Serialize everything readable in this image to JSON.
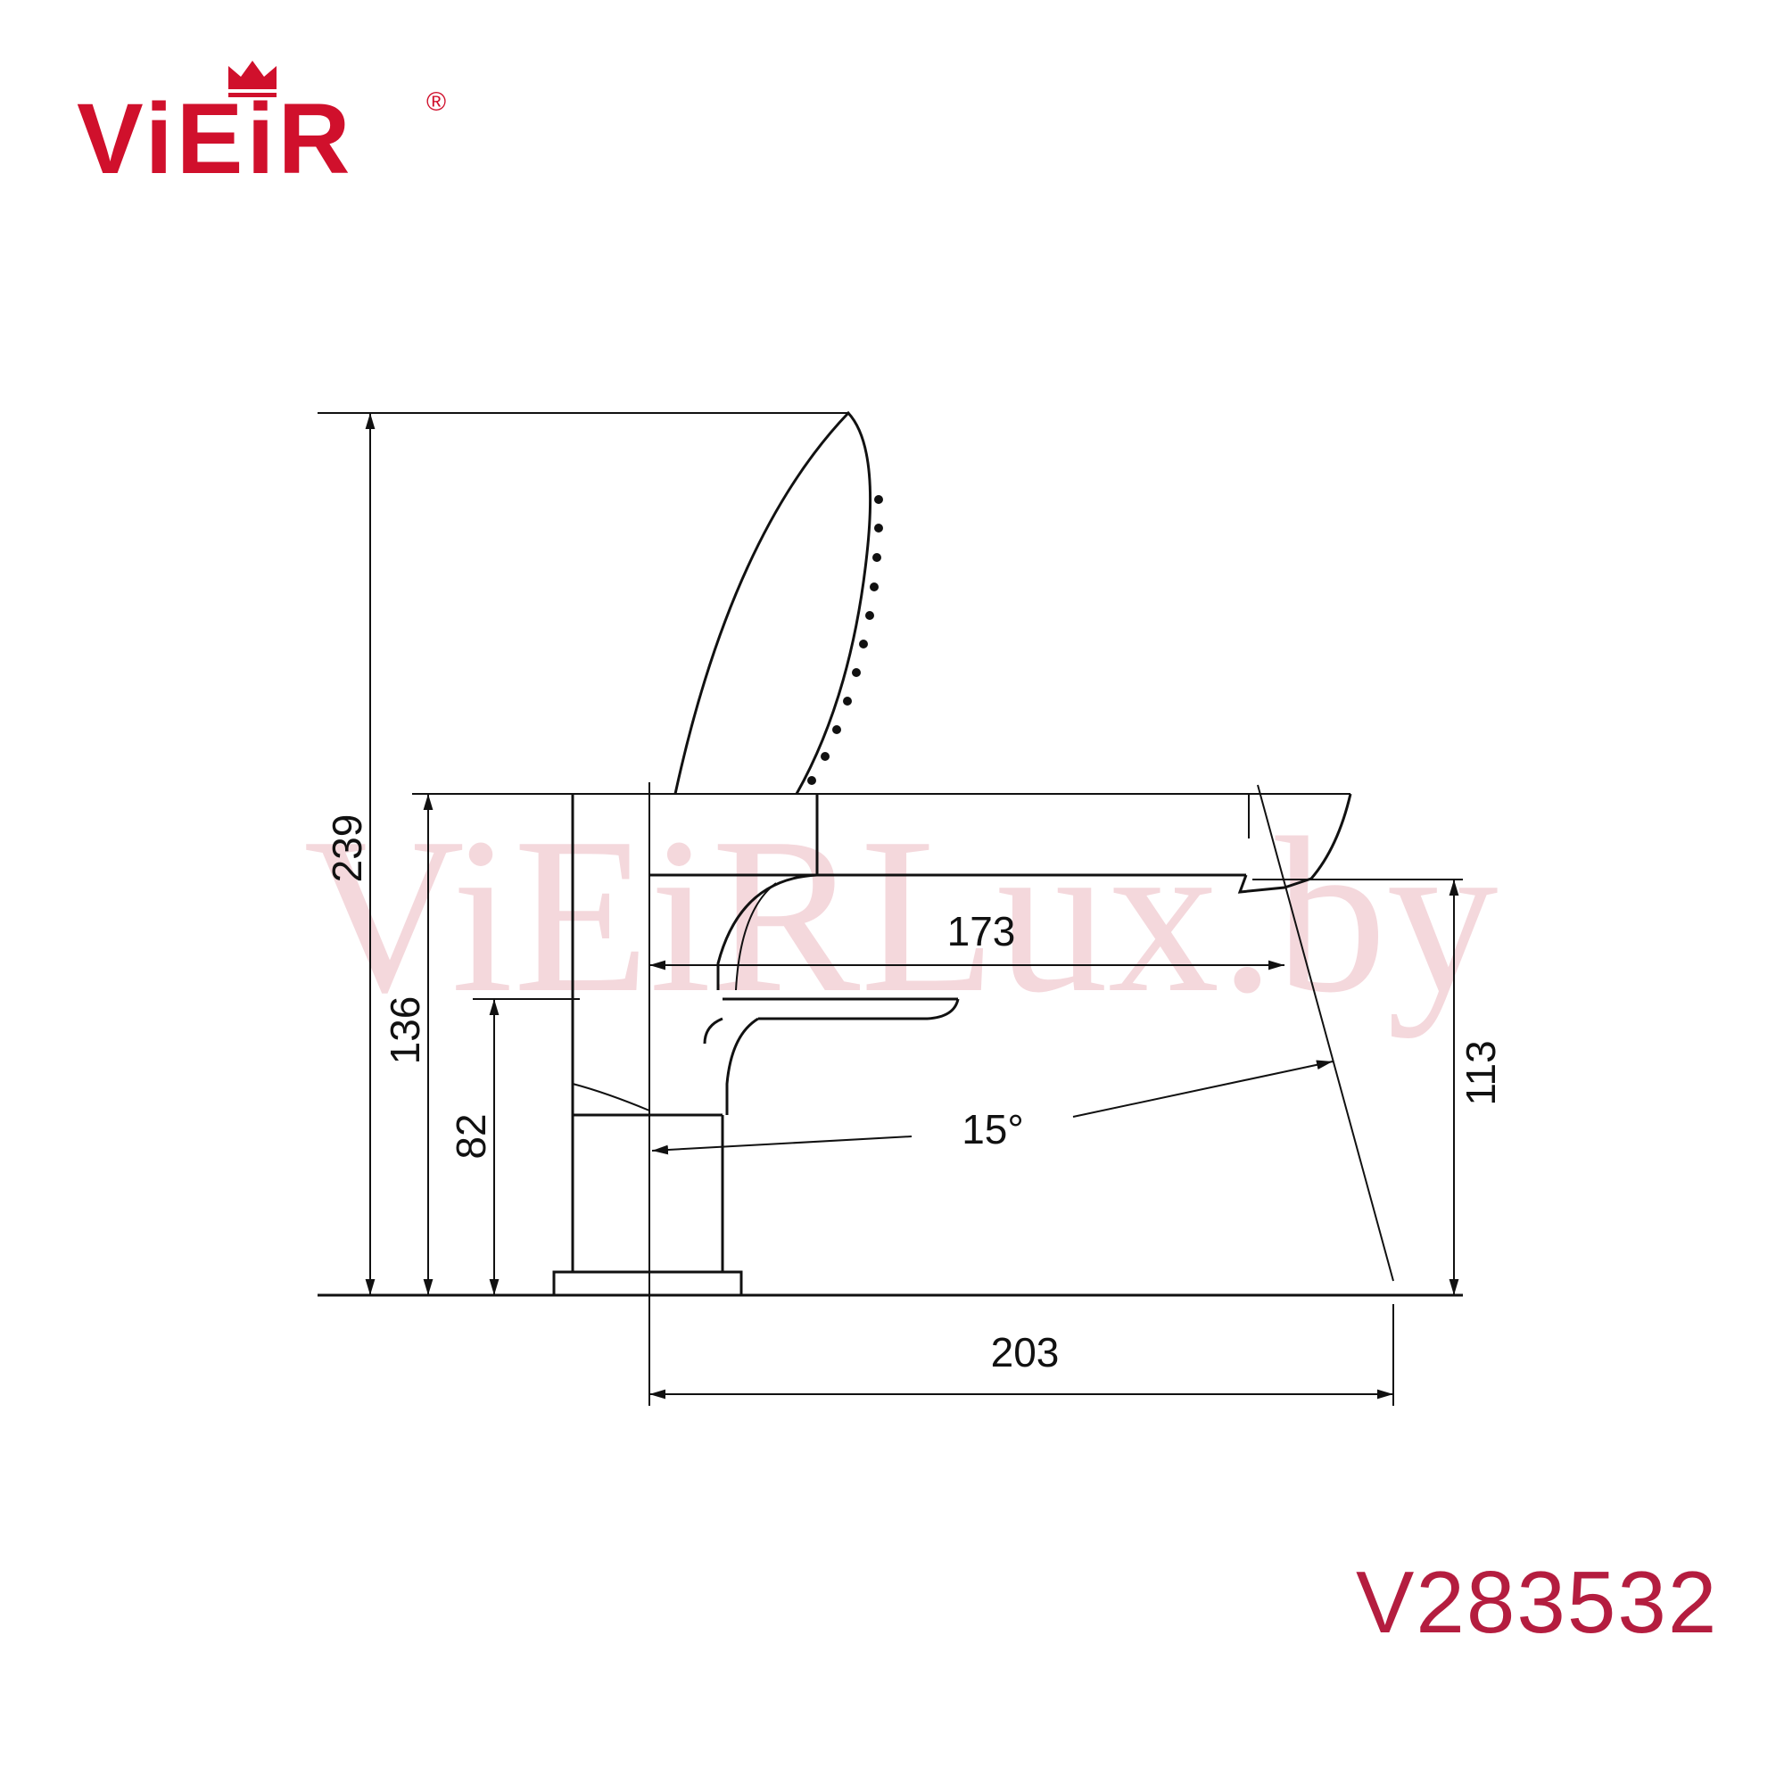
{
  "brand": {
    "logo_text": "ViEiR",
    "registered_mark": "®",
    "color": "#d0102c"
  },
  "watermark": {
    "text": "ViEiRLux.by",
    "color": "#e8a9b3"
  },
  "model": {
    "code": "V283532",
    "color": "#b41d3f"
  },
  "dimensions": {
    "overall_height": "239",
    "body_height": "136",
    "lower_spout_height": "82",
    "spout_clearance": "113",
    "spout_reach": "173",
    "total_depth": "203",
    "angle": "15°"
  }
}
